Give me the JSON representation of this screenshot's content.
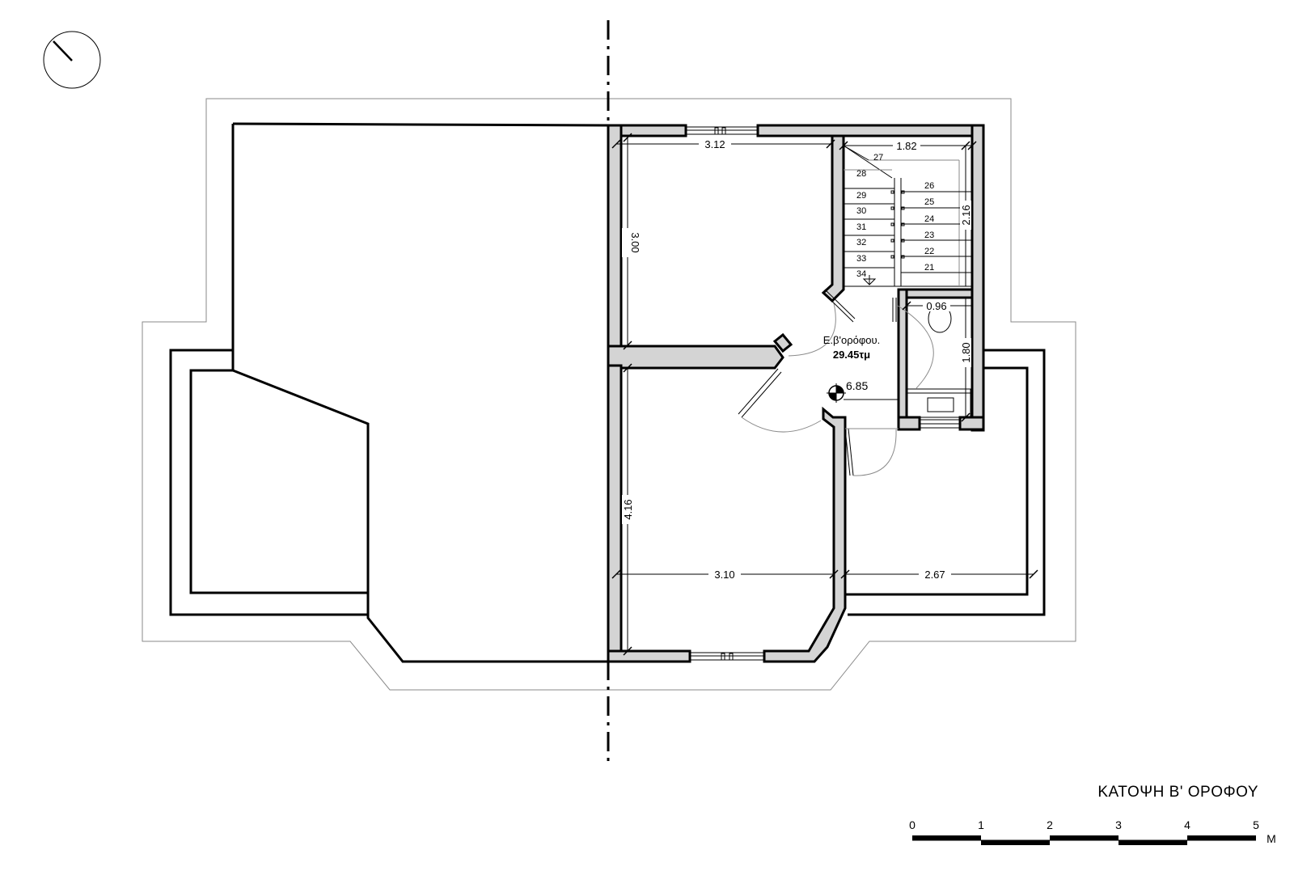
{
  "title": "ΚΑΤΟΨΗ Β' ΟΡΟΦΟΥ",
  "room": {
    "name": "Ε.β'ορόφου.",
    "area": "29.45τμ"
  },
  "level_marker": "6.85",
  "dimensions": {
    "room_top_width": "3.12",
    "room_top_height": "3.00",
    "stair_width": "1.82",
    "stair_height": "2.16",
    "wc_width": "0.96",
    "wc_height": "1.80",
    "room_bottom_height": "4.16",
    "room_bottom_width": "3.10",
    "terrace_width": "2.67"
  },
  "stair_steps_left": [
    "27",
    "28",
    "29",
    "30",
    "31",
    "32",
    "33",
    "34"
  ],
  "stair_steps_right": [
    "26",
    "25",
    "24",
    "23",
    "22",
    "21"
  ],
  "scale_bar": {
    "labels": [
      "0",
      "1",
      "2",
      "3",
      "4",
      "5"
    ],
    "unit": "M"
  },
  "icons": [
    "north-arrow-icon",
    "level-marker-icon"
  ]
}
